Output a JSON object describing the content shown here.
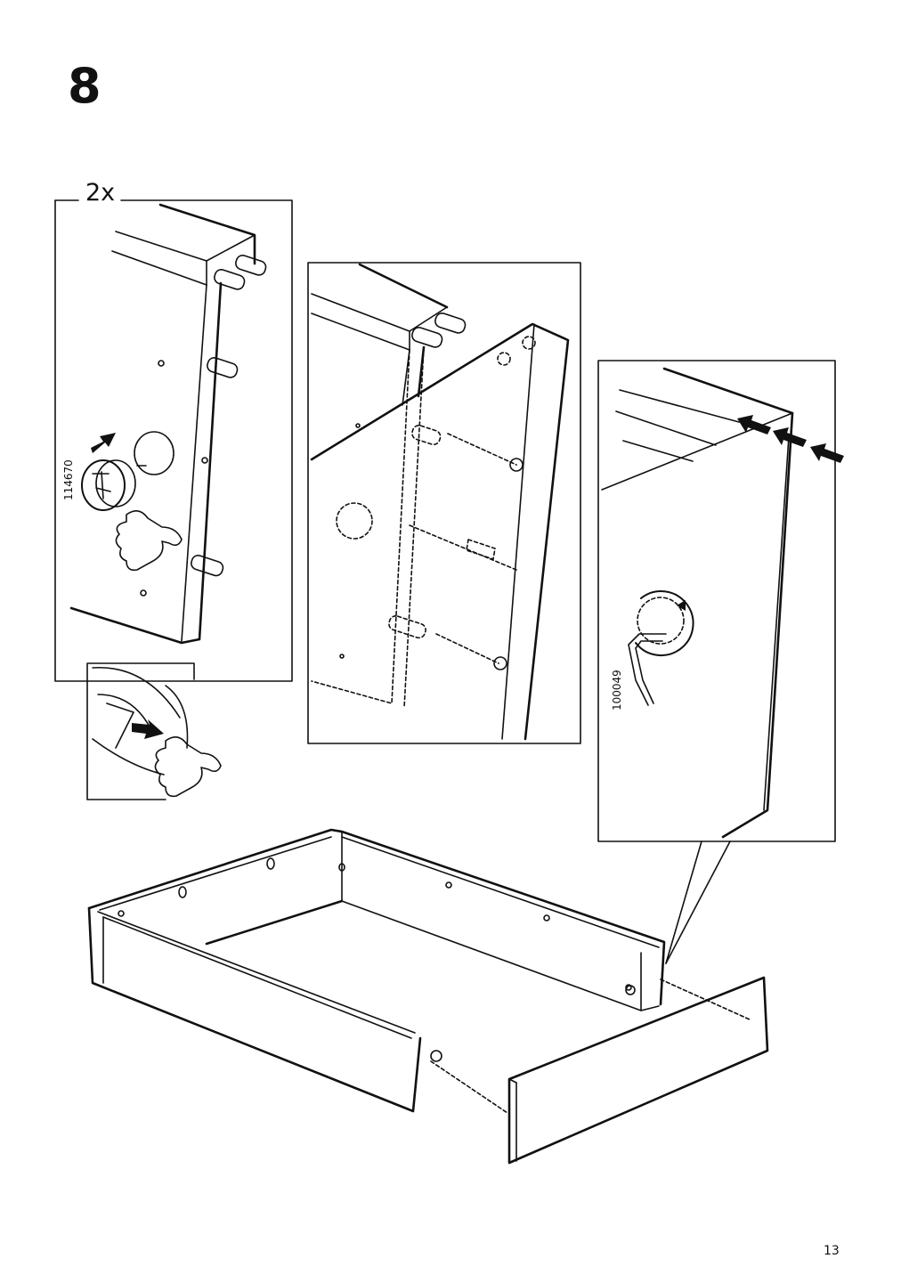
{
  "step": {
    "number": "8"
  },
  "detail_left": {
    "quantity": "2x",
    "part_number": "114670"
  },
  "detail_right": {
    "part_number": "100049"
  },
  "footer": {
    "page_number": "13"
  }
}
